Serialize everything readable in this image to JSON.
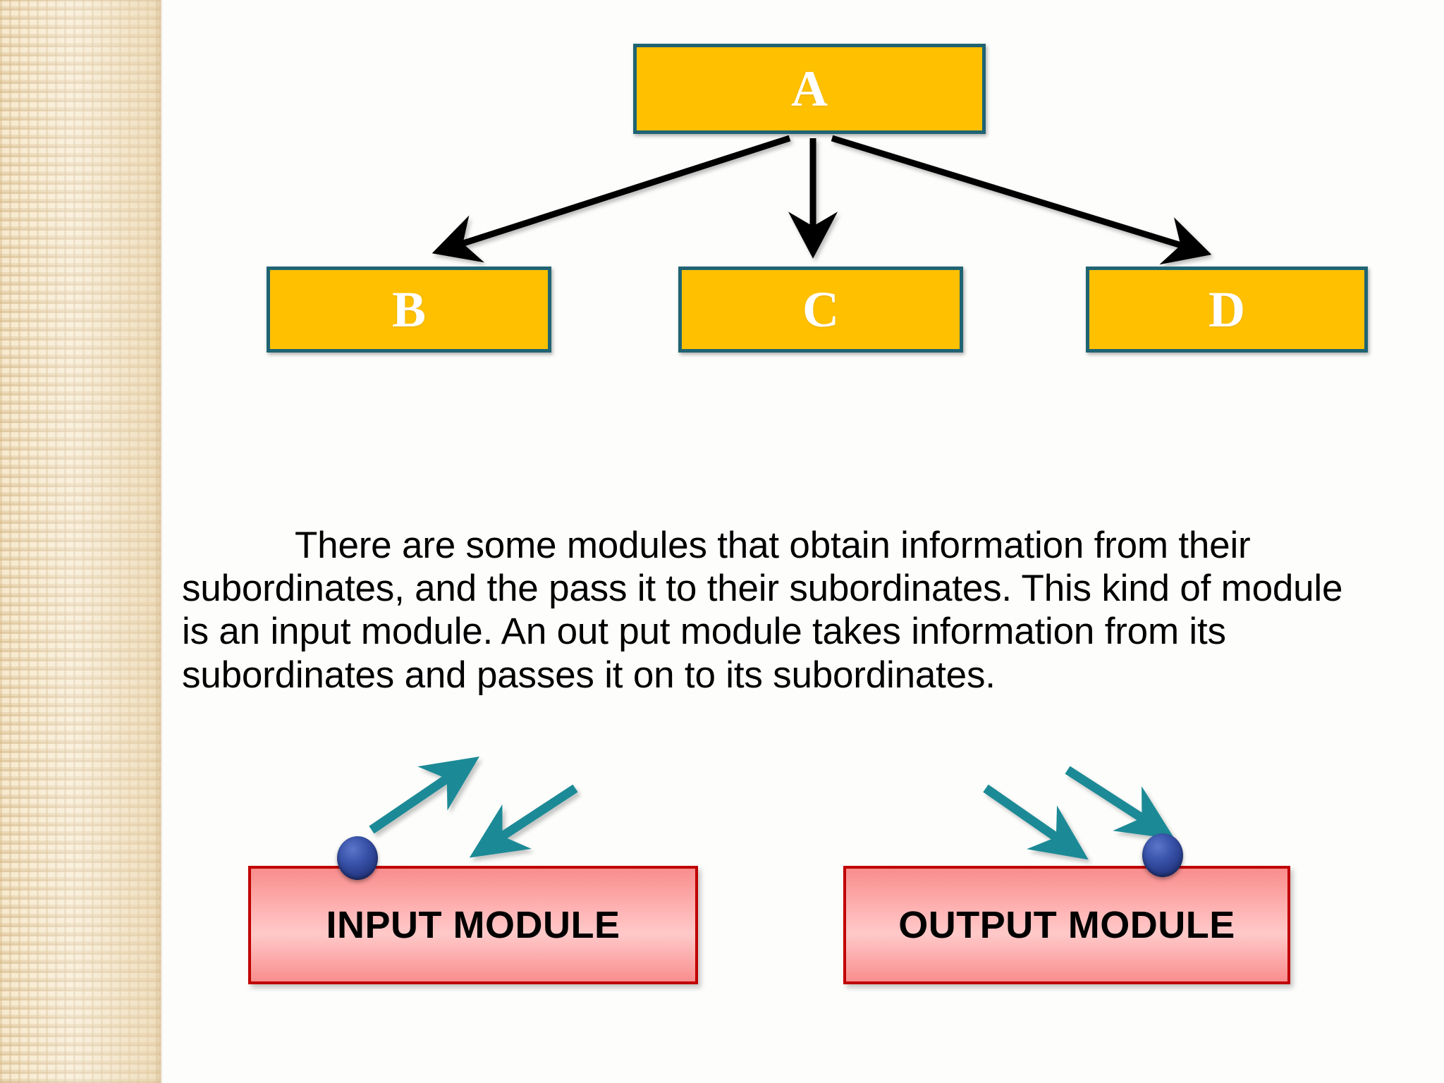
{
  "slide": {
    "background_color": "#fdfdfb",
    "left_band_color": "#f3e4c4"
  },
  "structure_chart": {
    "node_fill_color": "#FFC000",
    "node_border_color": "#1F6473",
    "node_text_color": "#FFFFFF",
    "connector_color": "#000000",
    "root": {
      "label": "A"
    },
    "children": [
      {
        "label": "B"
      },
      {
        "label": "C"
      },
      {
        "label": "D"
      }
    ]
  },
  "paragraph": {
    "text": "There are some modules that obtain information from their subordinates, and the pass it to their subordinates. This kind of module is an input module.  An out put module takes information from its subordinates and passes it on to its subordinates."
  },
  "modules": {
    "box_fill_color": "#FFB9B9",
    "box_border_color": "#C00000",
    "arrow_color": "#1F8A96",
    "sphere_color": "#2A3F8E",
    "input": {
      "label": "INPUT MODULE",
      "arrows": [
        {
          "name": "arrow-up-right",
          "direction": "up-right"
        },
        {
          "name": "arrow-down-left",
          "direction": "down-left"
        }
      ]
    },
    "output": {
      "label": "OUTPUT MODULE",
      "arrows": [
        {
          "name": "arrow-down-right-outer",
          "direction": "down-right"
        },
        {
          "name": "arrow-down-right-inner",
          "direction": "down-right"
        }
      ]
    }
  }
}
